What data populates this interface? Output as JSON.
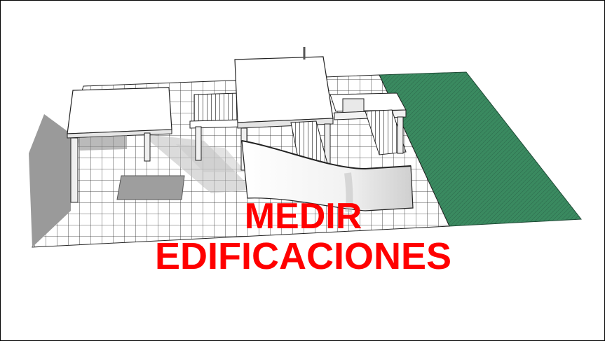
{
  "image": {
    "subject": "sketch-rendered-building-model",
    "colors": {
      "title": "#ff0000",
      "lawn": "#3a8a60",
      "grid_line": "#222222",
      "wall": "#f4f4f4",
      "shadow": "#9a9a9a"
    }
  },
  "title": {
    "line1": "MEDIR",
    "line2": "EDIFICACIONES"
  }
}
